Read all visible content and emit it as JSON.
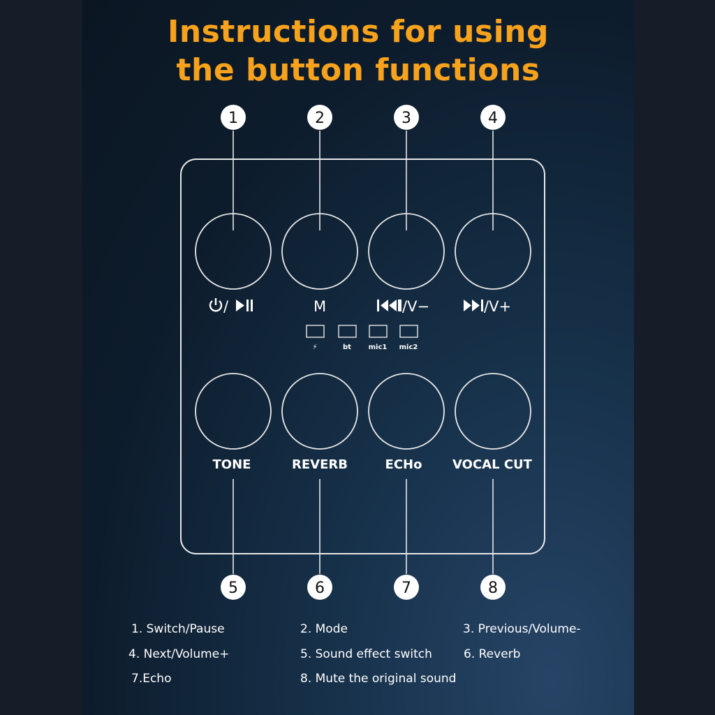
{
  "title": {
    "line1": "Instructions for using",
    "line2": "the button functions"
  },
  "top_buttons": [
    {
      "number": "1",
      "icon": "power-play-pause-icon",
      "label": "/"
    },
    {
      "number": "2",
      "icon": "none",
      "label": "M"
    },
    {
      "number": "3",
      "icon": "previous-track-icon",
      "label": "/V−"
    },
    {
      "number": "4",
      "icon": "next-track-icon",
      "label": "/V+"
    }
  ],
  "indicators": [
    {
      "icon": "charging-bolt-icon",
      "label": "⚡"
    },
    {
      "label": "bt"
    },
    {
      "label": "mic1"
    },
    {
      "label": "mic2"
    }
  ],
  "bottom_buttons": [
    {
      "number": "5",
      "label": "TONE"
    },
    {
      "number": "6",
      "label": "REVERB"
    },
    {
      "number": "7",
      "label": "ECHo"
    },
    {
      "number": "8",
      "label": "VOCAL CUT"
    }
  ],
  "legend": {
    "item1": "1. Switch/Pause",
    "item2": "2. Mode",
    "item3": "3. Previous/Volume-",
    "item4": "4. Next/Volume+",
    "item5": "5. Sound effect switch",
    "item6": "6. Reverb",
    "item7": "7.Echo",
    "item8": "8. Mute the original sound"
  },
  "colors": {
    "title": "#f7a21c",
    "background": "#161c28",
    "panel": "#0f2030",
    "line": "#e8e8e8"
  }
}
